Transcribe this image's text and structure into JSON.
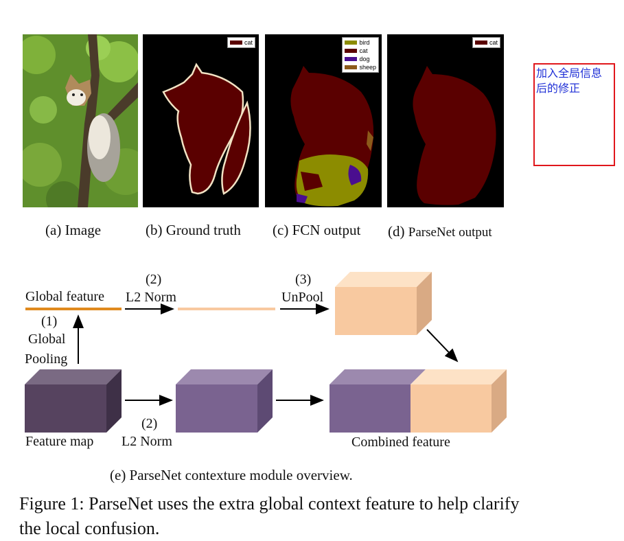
{
  "panels": [
    {
      "caption_prefix": "(a)",
      "caption_text": "Image"
    },
    {
      "caption_prefix": "(b)",
      "caption_text": "Ground truth"
    },
    {
      "caption_prefix": "(c)",
      "caption_text": "FCN output"
    },
    {
      "caption_prefix": "(d)",
      "caption_text": "ParseNet output"
    }
  ],
  "legends": {
    "ground_truth": [
      "cat"
    ],
    "fcn_output": [
      "bird",
      "cat",
      "dog",
      "sheep"
    ],
    "parsenet_output": [
      "cat"
    ]
  },
  "legend_colors": {
    "bird": "#8c8c00",
    "cat": "#5a0000",
    "dog": "#4a0e8f",
    "sheep": "#8c5a1a"
  },
  "diagram": {
    "global_feature": "Global feature",
    "step1_num": "(1)",
    "step1_label_line1": "Global",
    "step1_label_line2": "Pooling",
    "step2_num_top": "(2)",
    "step2_label_top": "L2 Norm",
    "step3_num": "(3)",
    "step3_label": "UnPool",
    "feature_map": "Feature map",
    "step2_num_bottom": "(2)",
    "step2_label_bottom": "L2 Norm",
    "combined_feature": "Combined feature",
    "subcaption": "(e) ParseNet contexture module overview."
  },
  "annotation": {
    "line1": "加入全局信息",
    "line2": "后的修正"
  },
  "figure_caption": "Figure 1: ParseNet uses the extra global context feature to help clarify the local confusion.",
  "colors": {
    "orange": "#e08a1e",
    "peach": "#f8c9a0",
    "purple_dark": "#56435f",
    "purple_mid": "#7a6390",
    "annotation_border": "#e0161b",
    "annotation_text": "#1f2fd6"
  }
}
